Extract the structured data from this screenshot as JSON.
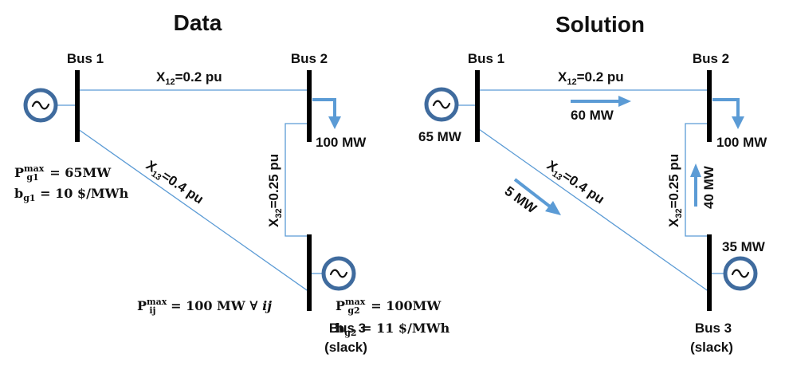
{
  "titles": {
    "data": "Data",
    "solution": "Solution"
  },
  "buses": {
    "bus1": "Bus 1",
    "bus2": "Bus 2",
    "bus3": "Bus 3",
    "slack": "(slack)"
  },
  "lines": {
    "x12": {
      "sym": "X",
      "sub": "12",
      "val": "=0.2 pu"
    },
    "x13": {
      "sym": "X",
      "sub": "13",
      "val": "=0.4 pu"
    },
    "x32": {
      "sym": "X",
      "sub": "32",
      "val": "=0.25 pu"
    }
  },
  "load": "100 MW",
  "data_params": {
    "pg1": {
      "sym": "P",
      "sub": "g1",
      "sup": "max",
      "val": " = 65MW"
    },
    "bg1": {
      "sym": "b",
      "sub": "g1",
      "val": " = 10 $/MWh"
    },
    "pij": {
      "sym": "P",
      "sub": "ij",
      "sup": "max",
      "val": " = 100 MW ∀ ",
      "var": "ij"
    },
    "pg2": {
      "sym": "P",
      "sub": "g2",
      "sup": "max",
      "val": " = 100MW"
    },
    "bg2": {
      "sym": "b",
      "sub": "g2",
      "val": " = 11 $/MWh"
    }
  },
  "solution": {
    "gen1": "65 MW",
    "gen3": "35 MW",
    "flow12": "60 MW",
    "flow13": "5 MW",
    "flow32": "40 MW"
  },
  "colors": {
    "line": "#5b9bd5",
    "generator": "#3f6b9e",
    "bus": "#000000"
  },
  "icons": {
    "generator": "tilde-generator-icon",
    "load": "down-arrow-icon"
  }
}
